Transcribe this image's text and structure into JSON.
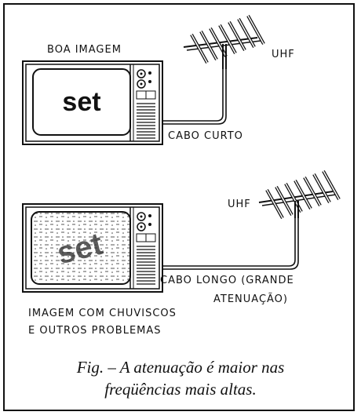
{
  "labels": {
    "top_quality": "BOA IMAGEM",
    "top_antenna": "UHF",
    "top_cable": "CABO CURTO",
    "screen_text": "set",
    "bottom_antenna": "UHF",
    "bottom_cable_line1": "CABO LONGO (GRANDE",
    "bottom_cable_line2": "ATENUAÇÃO)",
    "bottom_quality_line1": "IMAGEM COM CHUVISCOS",
    "bottom_quality_line2": "E OUTROS PROBLEMAS"
  },
  "caption": {
    "line1": "Fig. – A atenuação é maior nas",
    "line2": "freqüências mais altas."
  }
}
